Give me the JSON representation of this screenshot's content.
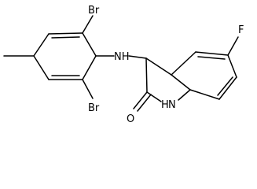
{
  "molecule": {
    "atoms": {
      "br_top": "Br",
      "br_bottom": "Br",
      "nh_amine": "NH",
      "fluorine": "F",
      "oxygen": "O",
      "nh_ring": "H",
      "nh_ring_n": "N"
    }
  }
}
